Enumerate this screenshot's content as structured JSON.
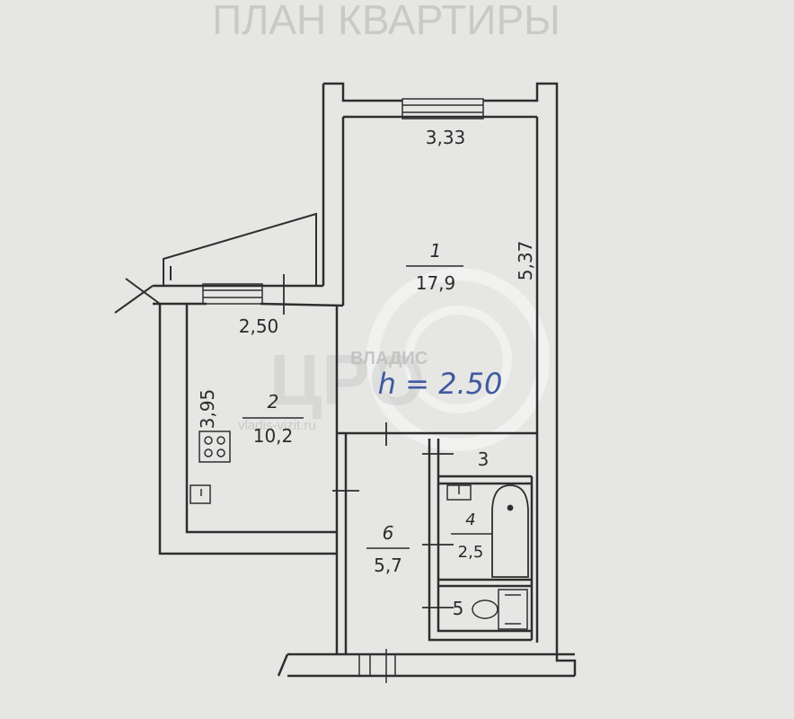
{
  "header_text": "ПЛАН КВАРТИРЫ",
  "watermark": {
    "brand": "ВЛАДИС",
    "site": "vladis-vizit.ru",
    "logo": "ЦРО"
  },
  "handwritten_height": "h = 2.50",
  "rooms": [
    {
      "number": "1",
      "area": "17,9"
    },
    {
      "number": "2",
      "area": "10,2"
    },
    {
      "number": "3"
    },
    {
      "number": "4",
      "area": "2,5"
    },
    {
      "number": "5"
    },
    {
      "number": "6",
      "area": "5,7"
    }
  ],
  "dimensions": {
    "room1_width": "3,33",
    "room1_length": "5,37",
    "room2_width": "2,50",
    "room2_length": "3,95"
  },
  "icons": [
    "stove-icon",
    "sink-icon",
    "bathtub-icon",
    "toilet-icon",
    "window-icon",
    "door-icon",
    "balcony-icon",
    "watermark-logo-icon"
  ]
}
